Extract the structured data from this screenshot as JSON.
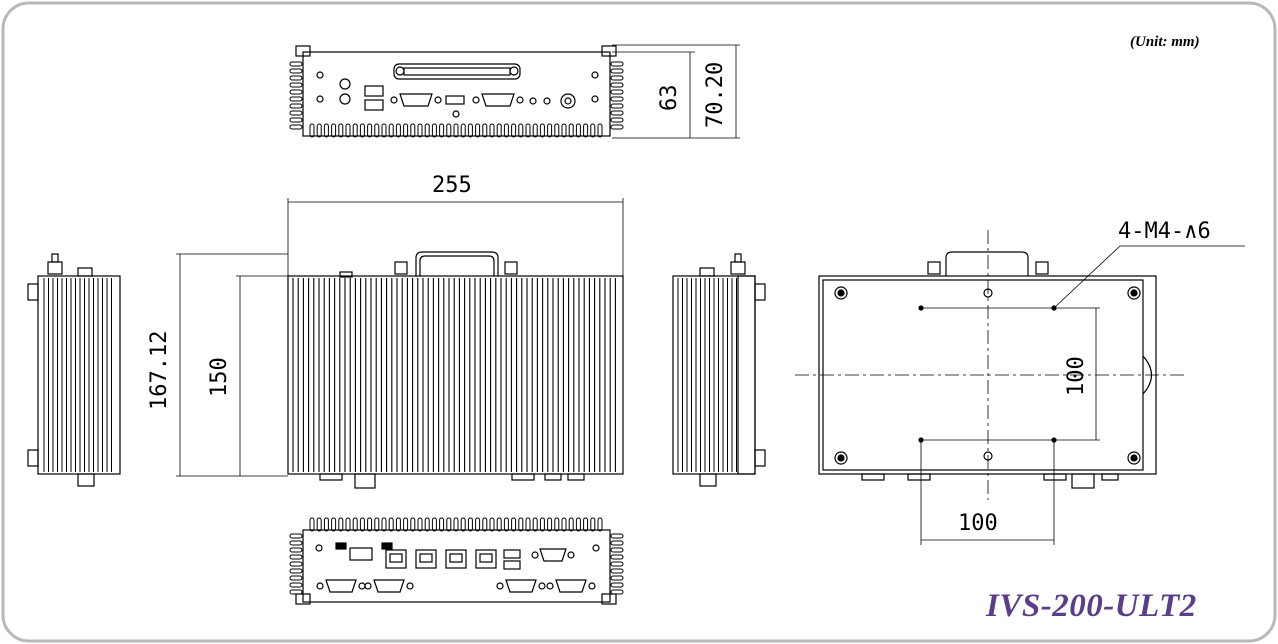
{
  "unit_note": "(Unit: mm)",
  "model_name": "IVS-200-ULT2",
  "dimensions": {
    "front_height_inner": "63",
    "front_height_outer": "70.20",
    "top_width": "255",
    "top_depth_outer": "167.12",
    "top_depth_inner": "150",
    "mount_note": "4-M4-∧6",
    "mount_vertical": "100",
    "mount_horizontal": "100"
  },
  "colors": {
    "model_text": "#5b3e8a",
    "frame_border": "#b8b8b8",
    "line": "#000000"
  }
}
